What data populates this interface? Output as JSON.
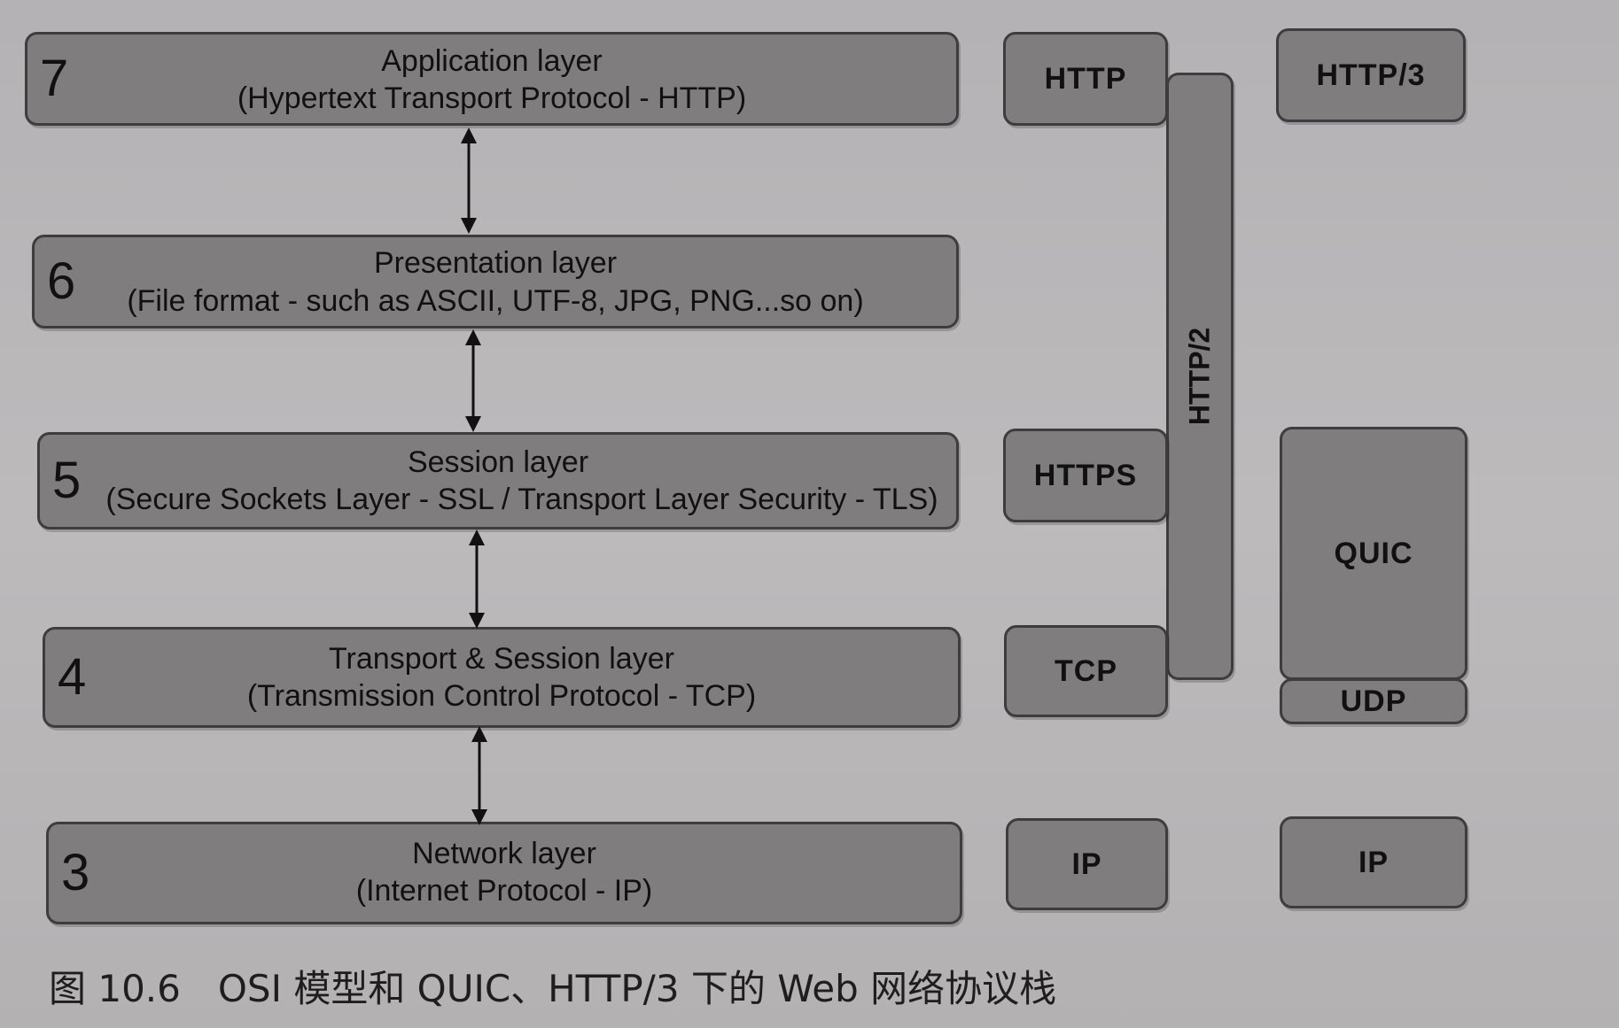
{
  "layers": [
    {
      "number": "7",
      "title": "Application layer",
      "subtitle": "(Hypertext Transport Protocol - HTTP)"
    },
    {
      "number": "6",
      "title": "Presentation layer",
      "subtitle": "(File format - such as ASCII, UTF-8, JPG, PNG...so on)"
    },
    {
      "number": "5",
      "title": "Session layer",
      "subtitle": "(Secure Sockets Layer - SSL / Transport Layer Security - TLS)"
    },
    {
      "number": "4",
      "title": "Transport & Session layer",
      "subtitle": "(Transmission Control Protocol - TCP)"
    },
    {
      "number": "3",
      "title": "Network layer",
      "subtitle": "(Internet Protocol - IP)"
    }
  ],
  "http2_stack": {
    "http": "HTTP",
    "https": "HTTPS",
    "tcp": "TCP",
    "ip": "IP",
    "http2_bar": "HTTP/2"
  },
  "http3_stack": {
    "http3": "HTTP/3",
    "quic": "QUIC",
    "udp": "UDP",
    "ip": "IP"
  },
  "caption": "图 10.6　OSI 模型和 QUIC、HTTP/3 下的 Web 网络协议栈",
  "colors": {
    "box_fill": "#7f7d7e",
    "box_border": "#3e3c3d",
    "background": "#b9b7b8",
    "text": "#111111"
  }
}
